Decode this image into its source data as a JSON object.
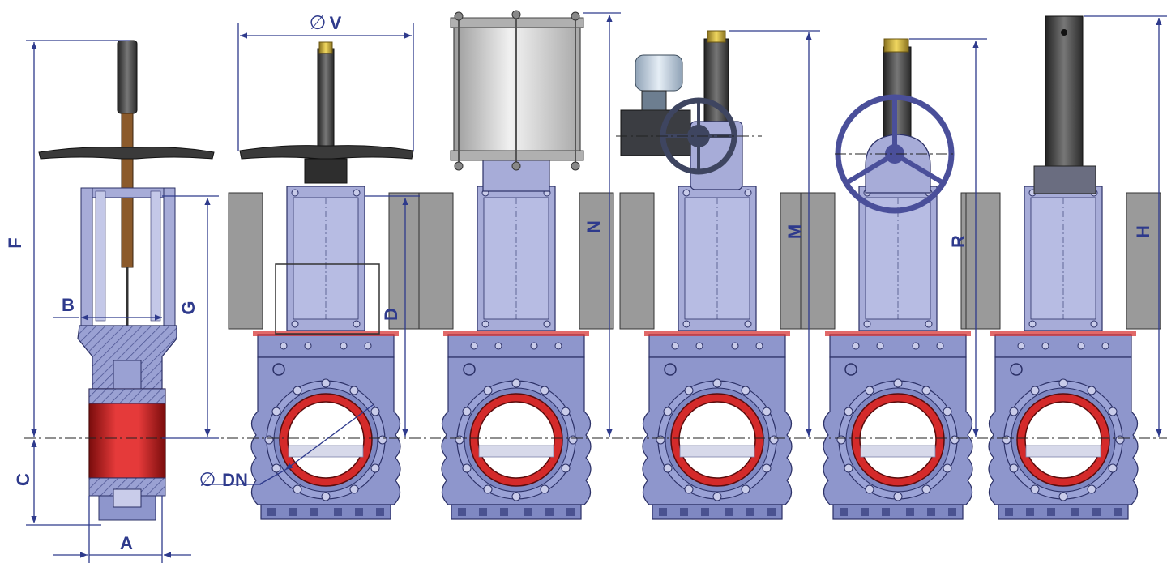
{
  "labels": {
    "F": "F",
    "B": "B",
    "G": "G",
    "C": "C",
    "A": "A",
    "V": "V",
    "diam_symbol": "∅",
    "D": "D",
    "DN": "DN",
    "N": "N",
    "M": "M",
    "R": "R",
    "H": "H"
  },
  "views": [
    {
      "id": "section-view",
      "operator": "handwheel-rising-stem"
    },
    {
      "id": "handwheel-view",
      "operator": "handwheel"
    },
    {
      "id": "pneumatic-view",
      "operator": "pneumatic-cylinder"
    },
    {
      "id": "electric-view",
      "operator": "electric-actuator"
    },
    {
      "id": "gearbox-view",
      "operator": "gearbox-handwheel"
    },
    {
      "id": "hydraulic-view",
      "operator": "hydraulic-cylinder"
    }
  ],
  "colors": {
    "dimension": "#2e3a8c",
    "body": "#8e96cc",
    "body_dark": "#5a63a6",
    "seat": "#d42a2a",
    "yoke": "#a7acd8",
    "shield": "#9a9a9a",
    "stem": "#3c3c3c",
    "cylinder": "#c8c8c8"
  }
}
